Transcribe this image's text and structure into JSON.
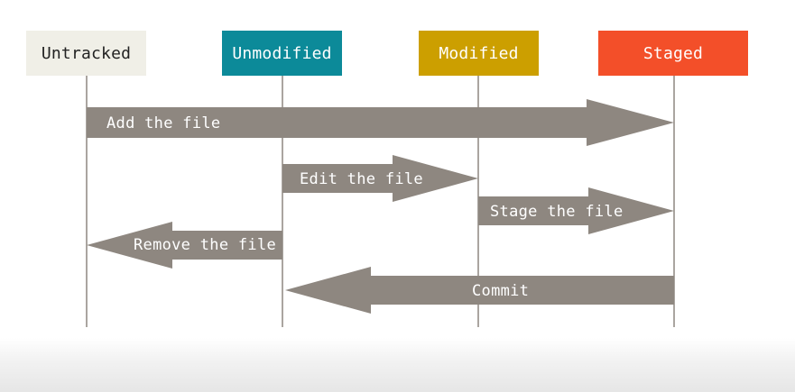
{
  "states": {
    "untracked": "Untracked",
    "unmodified": "Unmodified",
    "modified": "Modified",
    "staged": "Staged"
  },
  "actions": {
    "add": "Add the file",
    "edit": "Edit the file",
    "stage": "Stage the file",
    "remove": "Remove the file",
    "commit": "Commit"
  },
  "colors": {
    "untracked": "#f0efe7",
    "unmodified": "#0c8a99",
    "modified": "#cc9f00",
    "staged": "#f34f29",
    "arrow": "#8e8780",
    "lifeline": "#8e8780"
  }
}
